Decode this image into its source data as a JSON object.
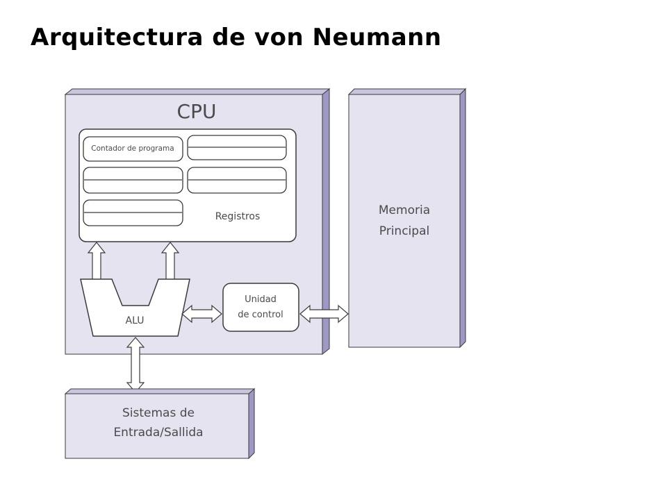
{
  "title": "Arquitectura de von Neumann",
  "diagram": {
    "cpu_label": "CPU",
    "program_counter_label": "Contador de programa",
    "registers_label": "Registros",
    "alu_label": "ALU",
    "control_unit_line1": "Unidad",
    "control_unit_line2": "de control",
    "memory_line1": "Memoria",
    "memory_line2": "Principal",
    "io_line1": "Sistemas de",
    "io_line2": "Entrada/Sallida"
  },
  "colors": {
    "box_fill": "#e5e3f0",
    "box_side": "#9e98c4",
    "stroke": "#3a3a3a",
    "panel_fill": "#ffffff",
    "text": "#4a4a4a"
  }
}
